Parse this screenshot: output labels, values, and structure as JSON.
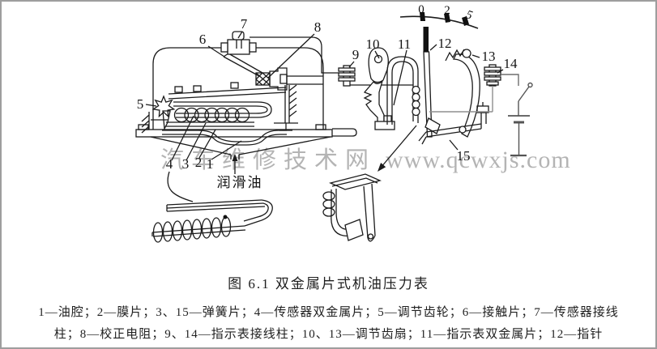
{
  "figure": {
    "caption": {
      "title": "图 6.1  双金属片式机油压力表",
      "legend_line1": "1—油腔；2—膜片；3、15—弹簧片；4—传感器双金属片；5—调节齿轮；6—接触片；7—传感器接线",
      "legend_line2": "柱；8—校正电阻；9、14—指示表接线柱；10、13—调节齿扇；11—指示表双金属片；12—指针"
    },
    "watermark": {
      "site_name": "汽车维修技术网",
      "url": "www.qcwxjs.com",
      "color": "#acacac"
    },
    "diagram": {
      "oil_inlet_label": "润滑油",
      "scale_ticks": [
        "0",
        "2",
        "5"
      ],
      "parts": {
        "1": "1",
        "2": "2",
        "3": "3",
        "4": "4",
        "5": "5",
        "6": "6",
        "7": "7",
        "8": "8",
        "9": "9",
        "10": "10",
        "11": "11",
        "12": "12",
        "13": "13",
        "14": "14",
        "15": "15"
      }
    },
    "colors": {
      "line": "#1b1b1b",
      "circuit_gray": "#8f8f8f",
      "background": "#ffffff",
      "border": "#9e9e9e"
    }
  }
}
